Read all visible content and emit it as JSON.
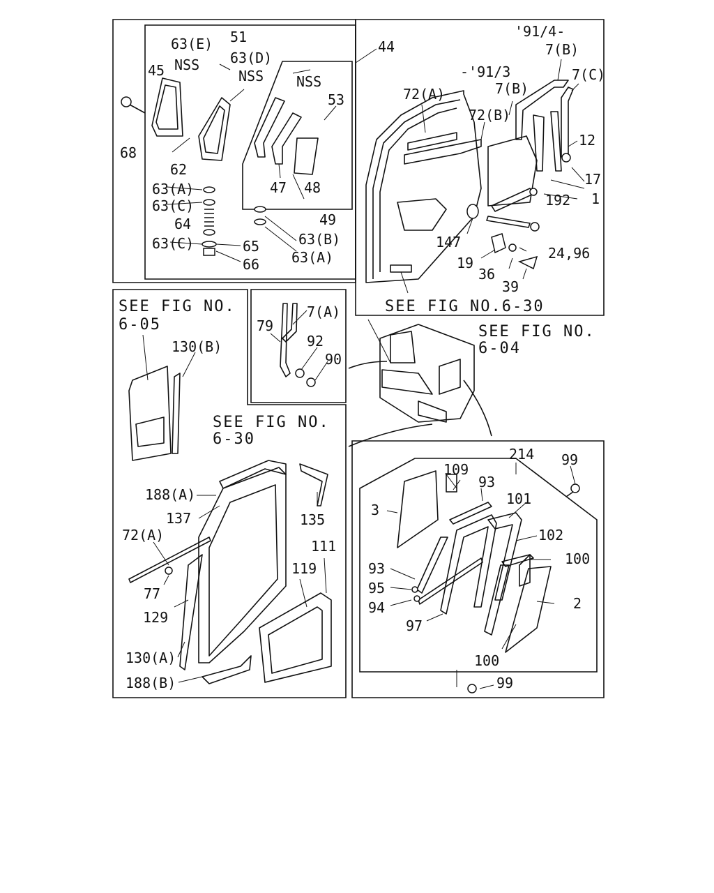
{
  "labels": {
    "l63E": "63(E)",
    "l51": "51",
    "l63D": "63(D)",
    "l45": "45",
    "lNSS1": "NSS",
    "lNSS2": "NSS",
    "l68": "68",
    "l62": "62",
    "l63A1": "63(A)",
    "l63C1": "63(C)",
    "l64": "64",
    "l63C2": "63(C)",
    "l65": "65",
    "l66": "66",
    "lNSS3": "NSS",
    "l53": "53",
    "l47": "47",
    "l48": "48",
    "l49": "49",
    "l63B": "63(B)",
    "l63A2": "63(A)",
    "l44": "44",
    "lRev1": "'91/4-",
    "lRev2": "-'91/3",
    "l7B1": "7(B)",
    "l7B2": "7(B)",
    "l7C": "7(C)",
    "l72A1": "72(A)",
    "l72B": "72(B)",
    "l12": "12",
    "l17": "17",
    "l1": "1",
    "l192": "192",
    "l147": "147",
    "l24": "24,96",
    "l19": "19",
    "l36": "36",
    "l39": "39",
    "l7A": "7(A)",
    "l79": "79",
    "l92": "92",
    "l90": "90",
    "l130B": "130(B)",
    "l188A": "188(A)",
    "l137": "137",
    "l135": "135",
    "l72A2": "72(A)",
    "l111": "111",
    "l119": "119",
    "l77": "77",
    "l129": "129",
    "l130A": "130(A)",
    "l188B": "188(B)",
    "l214": "214",
    "l99a": "99",
    "l109": "109",
    "l93a": "93",
    "l3": "3",
    "l101": "101",
    "l102": "102",
    "l93b": "93",
    "l100a": "100",
    "l95": "95",
    "l94": "94",
    "l2": "2",
    "l97": "97",
    "l100b": "100",
    "l99b": "99"
  },
  "refs": {
    "r630a": "SEE FIG NO.6-30",
    "r605a": "SEE FIG NO.",
    "r605b": "6-05",
    "r604a": "SEE FIG NO.",
    "r604b": "6-04",
    "r630b1": "SEE FIG NO.",
    "r630b2": "6-30"
  }
}
